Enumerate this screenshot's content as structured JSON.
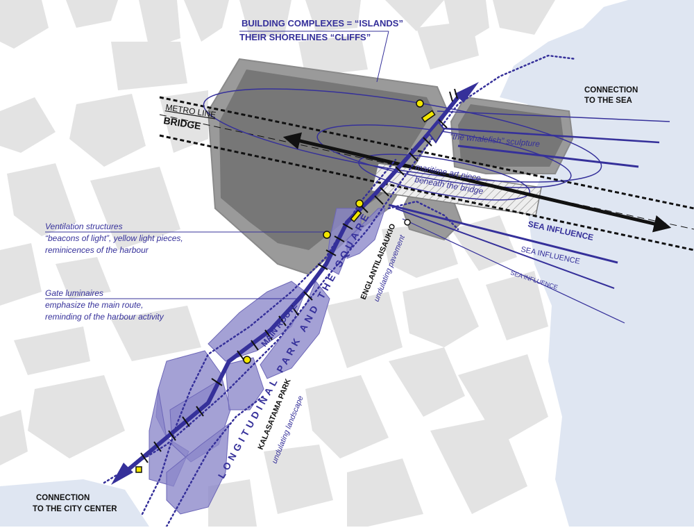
{
  "colors": {
    "background": "#ffffff",
    "sea": "#dfe6f2",
    "city_blocks": "#e3e3e3",
    "building_complex": "#8c8c8c",
    "building_inner": "#6f6f6f",
    "park": "#8b86c9",
    "route": "#35309a",
    "accent_text": "#35309a",
    "light_piece": "#f2e600",
    "black": "#111111"
  },
  "labels": {
    "complex_line1": "BUILDING COMPLEXES = “ISLANDS”",
    "complex_line2": "THEIR SHORELINES “CLIFFS”",
    "metro_line": "METRO LINE",
    "bridge": "BRIDGE",
    "connection_sea_1": "CONNECTION",
    "connection_sea_2": "TO THE SEA",
    "whalefish": "“the whalefish” sculpture",
    "maritime_1": "maritime art piece",
    "maritime_2": "beneath the bridge",
    "sea_influence_1": "SEA INFLUENCE",
    "sea_influence_2": "SEA INFLUENCE",
    "sea_influence_3": "SEA INFLUENCE",
    "vent_1": "Ventilation structures",
    "vent_2": "“beacons of light”, yellow light pieces,",
    "vent_3": "reminicences of the harbour",
    "gate_1": "Gate luminaires",
    "gate_2": "emphasize the main route,",
    "gate_3": "reminding of the harbour activity",
    "main_route": "MAIN ROUTE",
    "longitudinal": "LONGITUDINAL PARK AND THE SQUARE",
    "englantilaisaukio": "ENGLANTILAISAUKIO",
    "undulating_pavement": "undulating pavement",
    "kalasatama": "KALASATAMA PARK",
    "undulating_landscape": "undulating landscape",
    "city_1": "CONNECTION",
    "city_2": "TO THE CITY CENTER"
  }
}
